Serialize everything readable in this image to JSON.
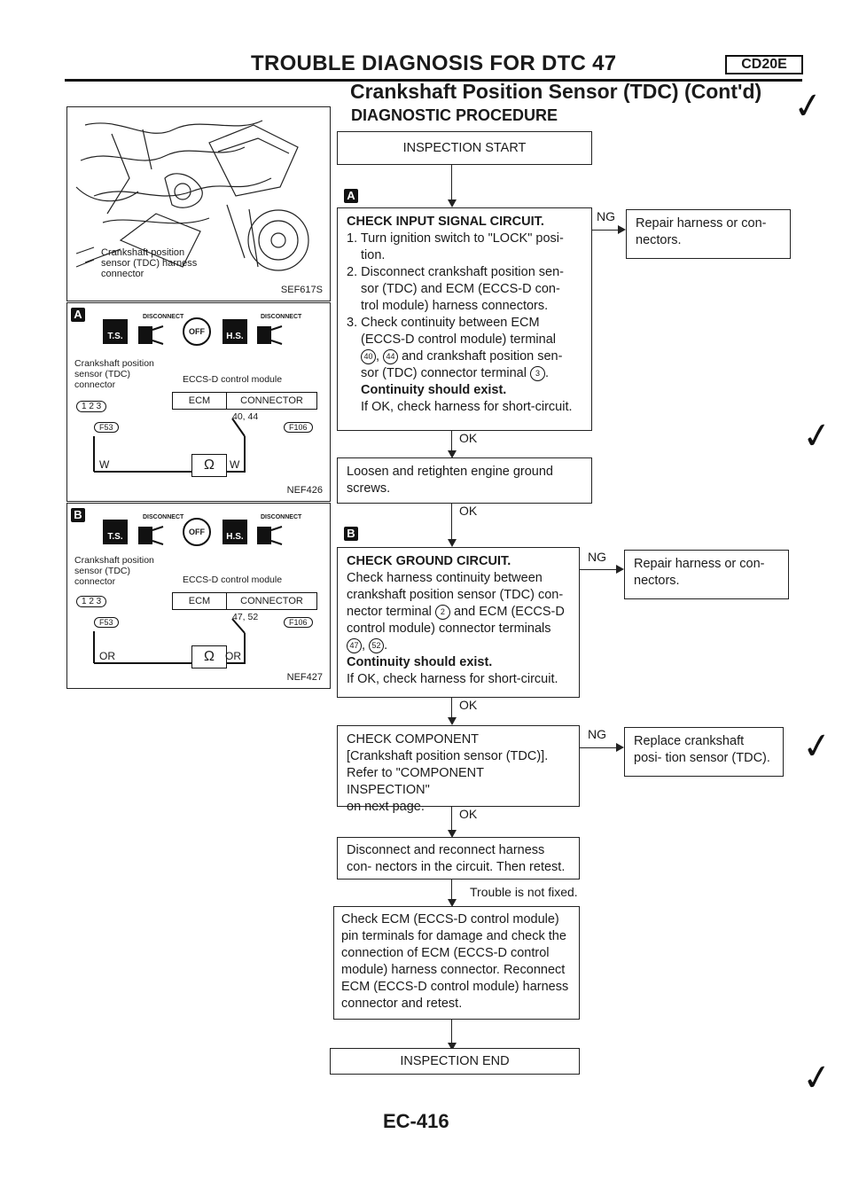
{
  "header": {
    "title": "TROUBLE DIAGNOSIS FOR DTC 47",
    "badge": "CD20E",
    "subtitle": "Crankshaft Position Sensor (TDC) (Cont'd)",
    "section": "DIAGNOSTIC PROCEDURE"
  },
  "figures": {
    "engine": {
      "callout": "Crankshaft position sensor (TDC) harness connector",
      "code": "SEF617S"
    },
    "a": {
      "letter": "A",
      "disconnect1": "DISCONNECT",
      "disconnect2": "DISCONNECT",
      "ts": "T.S.",
      "hs": "H.S.",
      "off": "OFF",
      "sensor_label": "Crankshaft position sensor (TDC) connector",
      "ecm_label": "ECCS-D control module",
      "ecm": "ECM",
      "connector": "CONNECTOR",
      "pins_sensor": "1 2 3",
      "conn_left": "F53",
      "conn_right": "F106",
      "terminals": "40, 44",
      "wire_left": "W",
      "wire_right": "W",
      "ohm": "Ω",
      "code": "NEF426"
    },
    "b": {
      "letter": "B",
      "disconnect1": "DISCONNECT",
      "disconnect2": "DISCONNECT",
      "ts": "T.S.",
      "hs": "H.S.",
      "off": "OFF",
      "sensor_label": "Crankshaft position sensor (TDC) connector",
      "ecm_label": "ECCS-D control module",
      "ecm": "ECM",
      "connector": "CONNECTOR",
      "pins_sensor": "1 2 3",
      "conn_left": "F53",
      "conn_right": "F106",
      "terminals": "47, 52",
      "wire_left": "OR",
      "wire_right": "OR",
      "ohm": "Ω",
      "code": "NEF427"
    }
  },
  "flow": {
    "start": "INSPECTION START",
    "letter_a": "A",
    "letter_b": "B",
    "check_input": {
      "title": "CHECK INPUT SIGNAL CIRCUIT.",
      "s1a": "1. Turn ignition switch to \"LOCK\" posi-",
      "s1b": "tion.",
      "s2a": "2. Disconnect crankshaft position sen-",
      "s2b": "sor (TDC) and ECM (ECCS-D con-",
      "s2c": "trol module) harness connectors.",
      "s3a": "3. Check continuity between ECM",
      "s3b": "(ECCS-D control module) terminal",
      "s3c_pre": ",",
      "s3c_post": "and crankshaft position sen-",
      "t40": "40",
      "t44": "44",
      "s3d": "sor (TDC) connector terminal",
      "t3": "3",
      "cont": "Continuity should exist.",
      "short": "If OK, check harness for short-circuit."
    },
    "repair1": "Repair harness or con- nectors.",
    "ng1": "NG",
    "ok1": "OK",
    "loosen": "Loosen and retighten engine ground screws.",
    "ok2": "OK",
    "check_ground": {
      "title": "CHECK GROUND CIRCUIT.",
      "l1": "Check harness continuity between",
      "l2": "crankshaft position sensor (TDC) con-",
      "l3_pre": "nector terminal",
      "t2": "2",
      "l3_post": "and ECM (ECCS-D",
      "l4": "control module) connector terminals",
      "t47": "47",
      "t52": "52",
      "cont": "Continuity should exist.",
      "short": "If OK, check harness for short-circuit."
    },
    "ng2": "NG",
    "repair2": "Repair harness or con- nectors.",
    "ok3": "OK",
    "check_component": {
      "l1": "CHECK COMPONENT",
      "l2": "[Crankshaft position sensor (TDC)].",
      "l3": "Refer to \"COMPONENT INSPECTION\"",
      "l4": "on next page."
    },
    "ng3": "NG",
    "replace": "Replace crankshaft posi- tion sensor (TDC).",
    "ok4": "OK",
    "disconnect": "Disconnect and reconnect harness con- nectors in the circuit. Then retest.",
    "not_fixed": "Trouble is not fixed.",
    "check_ecm": "Check ECM (ECCS-D control module) pin terminals for damage and check the connection of ECM (ECCS-D control module) harness connector. Reconnect ECM (ECCS-D control module) harness connector and retest.",
    "end": "INSPECTION END"
  },
  "footer": {
    "page": "EC-416"
  }
}
